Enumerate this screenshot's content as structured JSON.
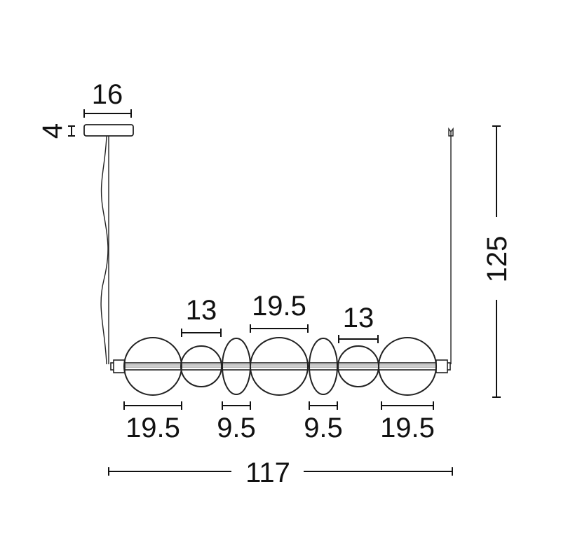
{
  "dimensions": {
    "canopy_width": "16",
    "canopy_height": "4",
    "overall_height": "125",
    "overall_length": "117",
    "top_left_disc": "13",
    "top_center_disc": "19.5",
    "top_right_disc": "13",
    "bottom_far_left": "19.5",
    "bottom_left_oval": "9.5",
    "bottom_right_oval": "9.5",
    "bottom_far_right": "19.5"
  },
  "colors": {
    "line": "#111111",
    "background": "#ffffff"
  }
}
